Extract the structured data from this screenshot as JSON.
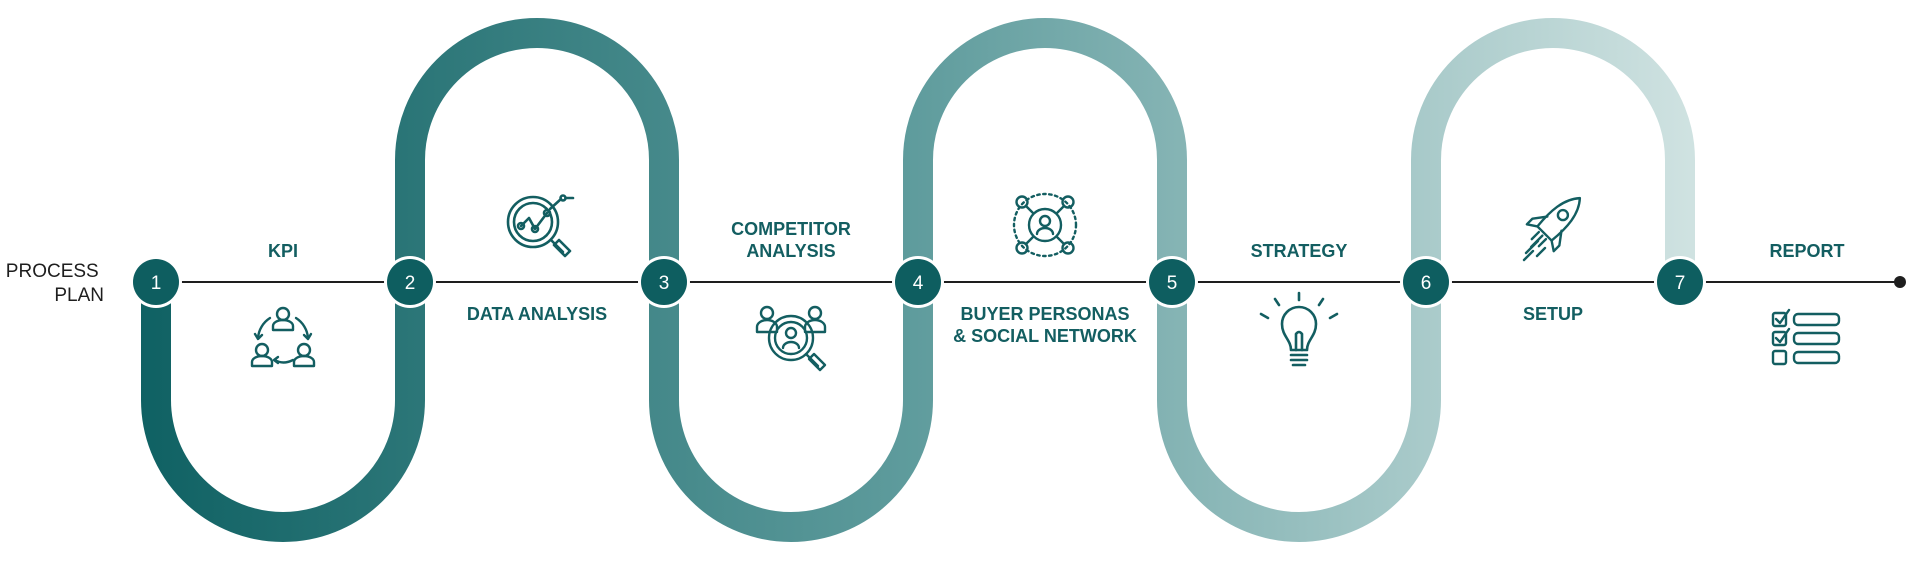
{
  "title_lines": [
    "PROCESS",
    "PLAN"
  ],
  "colors": {
    "ribbon_start": "#0f6163",
    "ribbon_end": "#cfe2e1",
    "circle": "#0e5e60",
    "label": "#135e61",
    "icon": "#135e61",
    "line": "#1e1e1e"
  },
  "steps": [
    {
      "number": "1",
      "label_lines": [
        "KPI"
      ],
      "label_side": "above",
      "icon": "team-cycle-icon",
      "icon_side": "below"
    },
    {
      "number": "2",
      "label_lines": [
        "DATA ANALYSIS"
      ],
      "label_side": "below",
      "icon": "magnifier-chart-icon",
      "icon_side": "above"
    },
    {
      "number": "3",
      "label_lines": [
        "COMPETITOR",
        "ANALYSIS"
      ],
      "label_side": "above",
      "icon": "competitor-search-icon",
      "icon_side": "below"
    },
    {
      "number": "4",
      "label_lines": [
        "BUYER PERSONAS",
        "& SOCIAL NETWORK"
      ],
      "label_side": "below",
      "icon": "persona-network-icon",
      "icon_side": "above"
    },
    {
      "number": "5",
      "label_lines": [
        "STRATEGY"
      ],
      "label_side": "above",
      "icon": "lightbulb-icon",
      "icon_side": "below"
    },
    {
      "number": "6",
      "label_lines": [
        "SETUP"
      ],
      "label_side": "below",
      "icon": "rocket-icon",
      "icon_side": "above"
    },
    {
      "number": "7",
      "label_lines": [
        "REPORT"
      ],
      "label_side": "above",
      "icon": "checklist-icon",
      "icon_side": "below"
    }
  ]
}
